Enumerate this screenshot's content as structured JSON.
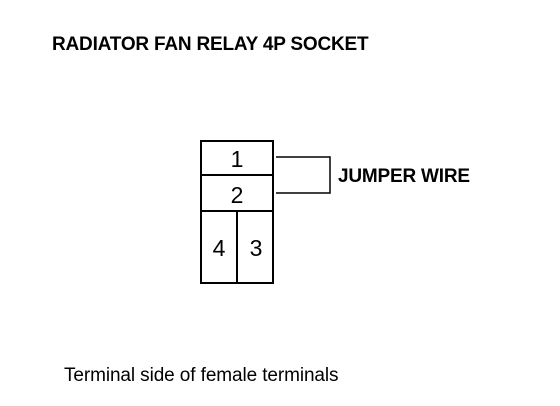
{
  "title": "RADIATOR FAN RELAY 4P SOCKET",
  "jumper_label": "JUMPER WIRE",
  "caption": "Terminal side of female terminals",
  "terminals": {
    "t1": "1",
    "t2": "2",
    "t3": "3",
    "t4": "4"
  }
}
